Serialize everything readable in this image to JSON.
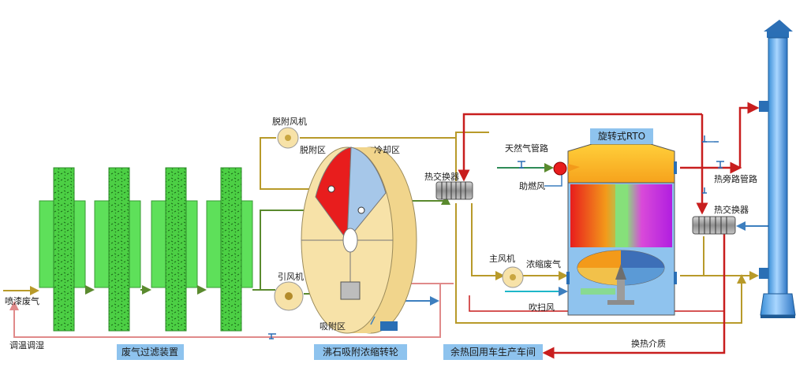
{
  "labels": {
    "spray_paint_exhaust": "喷漆废气",
    "temp_humidity": "调温调湿",
    "desorption_fan": "脱附风机",
    "desorption_zone": "脱附区",
    "cooling_zone": "冷却区",
    "induced_fan": "引风机",
    "adsorption_zone": "吸附区",
    "heat_exchanger_left": "热交换器",
    "natural_gas": "天然气管路",
    "combustion_air": "助燃风",
    "main_fan": "主风机",
    "concentrated_gas": "浓缩废气",
    "purge_air": "吹扫风",
    "bypass_pipe": "热旁路管路",
    "heat_exchanger_right": "热交换器",
    "heat_medium": "换热介质"
  },
  "captions": {
    "filter": "废气过滤装置",
    "rotor": "沸石吸附浓缩转轮",
    "rto": "旋转式RTO",
    "waste_heat": "余热回用车生产车间"
  },
  "colors": {
    "green_pipe": "#5a8a2e",
    "yellow_pipe": "#b89a2a",
    "red_pipe": "#c81e1e",
    "pink_pipe": "#e89a9a",
    "blue_pipe": "#3d7fbf",
    "filter_green": "#55d04a",
    "rotor_body": "#f7e2a8",
    "caption_bg": "#8ec3ee"
  }
}
